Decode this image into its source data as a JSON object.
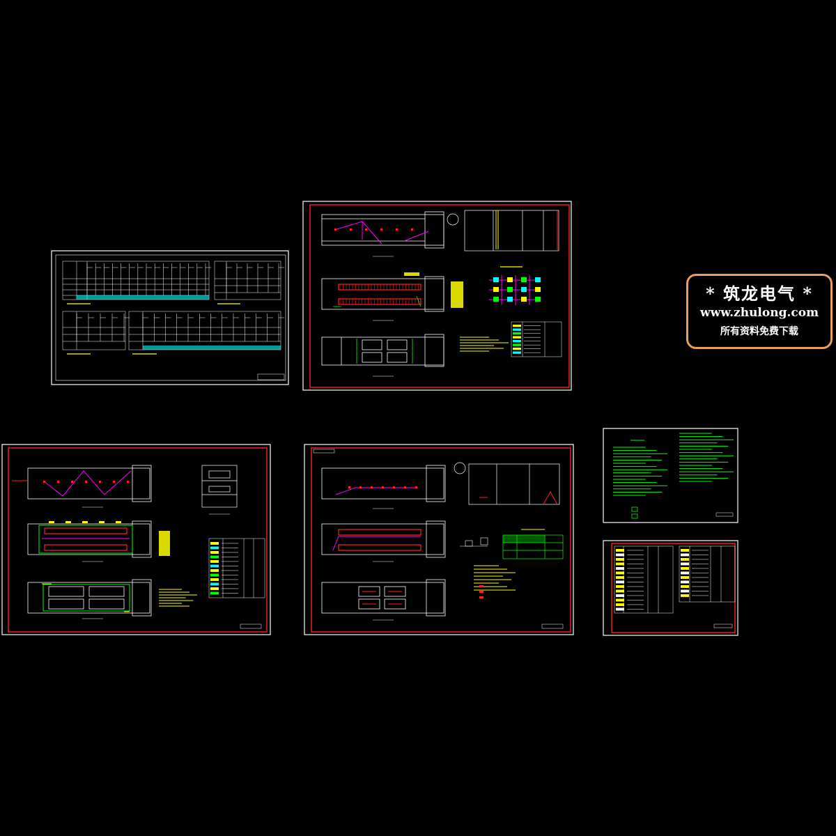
{
  "watermark": {
    "title": "*  筑龙电气  *",
    "url": "www.zhulong.com",
    "slogan": "所有资料免费下载"
  },
  "colors": {
    "background": "#000000",
    "sheet_border_white": "#ffffff",
    "sheet_border_red": "#ff2020",
    "wall": "#ffffff",
    "fixture": "#ff2020",
    "annotation": "#ffff00",
    "conduit": "#ff00ff",
    "note_text": "#00ff00",
    "table_cyan": "#00ffff",
    "watermark_frame": "#e8a060"
  }
}
